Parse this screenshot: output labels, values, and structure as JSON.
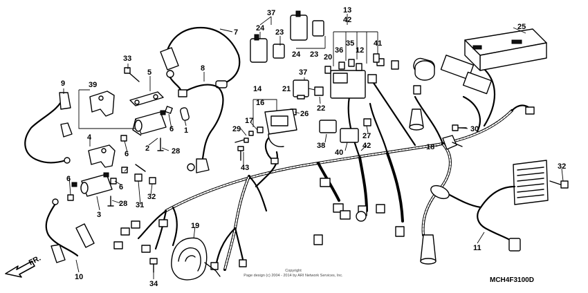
{
  "diagram": {
    "callouts": [
      "37",
      "24",
      "23",
      "24",
      "23",
      "13",
      "42",
      "36",
      "35",
      "12",
      "20",
      "41",
      "25",
      "7",
      "33",
      "5",
      "39",
      "9",
      "8",
      "14",
      "16",
      "37",
      "21",
      "22",
      "26",
      "29",
      "17",
      "38",
      "40",
      "27",
      "42",
      "30",
      "18",
      "1",
      "6",
      "2",
      "28",
      "4",
      "6",
      "6",
      "6",
      "32",
      "31",
      "28",
      "3",
      "43",
      "32",
      "19",
      "11",
      "10",
      "34"
    ],
    "direction_label": "FR.",
    "copyright_line1": "Copyright",
    "copyright_line2": "Page design (c) 2004 - 2014 by ARI Network Services, Inc.",
    "diagram_code": "MCH4F3100D"
  }
}
